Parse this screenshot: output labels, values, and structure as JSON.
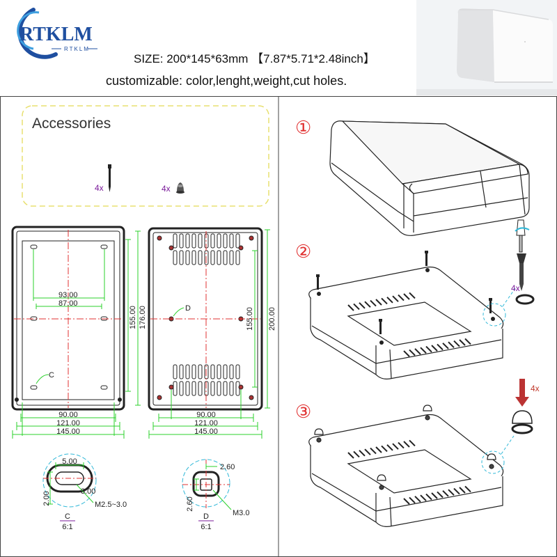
{
  "header": {
    "logo_text": "RTKLM",
    "logo_subtext": "RTKLM",
    "size_line": "SIZE: 200*145*63mm 【7.87*5.71*2.48inch】",
    "custom_line": "customizable: color,lenght,weight,cut holes."
  },
  "accessories": {
    "title": "Accessories",
    "screw_qty": "4x",
    "foot_qty": "4x"
  },
  "left_view": {
    "dim_inner_width": "93.00",
    "dim_inner_width2": "87.00",
    "dim_height1": "155.00",
    "dim_height2": "176.00",
    "dim_bottom1": "90.00",
    "dim_bottom2": "121.00",
    "dim_bottom3": "145.00",
    "label_c": "C"
  },
  "right_view": {
    "dim_height1": "155.00",
    "dim_height2": "200.00",
    "dim_bottom1": "90.00",
    "dim_bottom2": "121.00",
    "dim_bottom3": "145.00",
    "label_d": "D"
  },
  "detail_c": {
    "dim_width": "5.00",
    "dim_height": "2.00",
    "dim_inner": "3.00",
    "thread": "M2.5~3.0",
    "label": "C",
    "scale": "6:1"
  },
  "detail_d": {
    "dim_width": "2.60",
    "dim_height": "2.60",
    "thread": "M3.0",
    "label": "D",
    "scale": "6:1"
  },
  "steps": {
    "step1": "①",
    "step2": "②",
    "step3": "③",
    "step2_qty": "4x",
    "step3_qty": "4x"
  },
  "colors": {
    "logo_blue": "#1f4fa0",
    "dim_green": "#2bd12b",
    "center_red": "#e03030",
    "dashed_yellow": "#e8e070",
    "detail_cyan": "#30b8d8"
  }
}
